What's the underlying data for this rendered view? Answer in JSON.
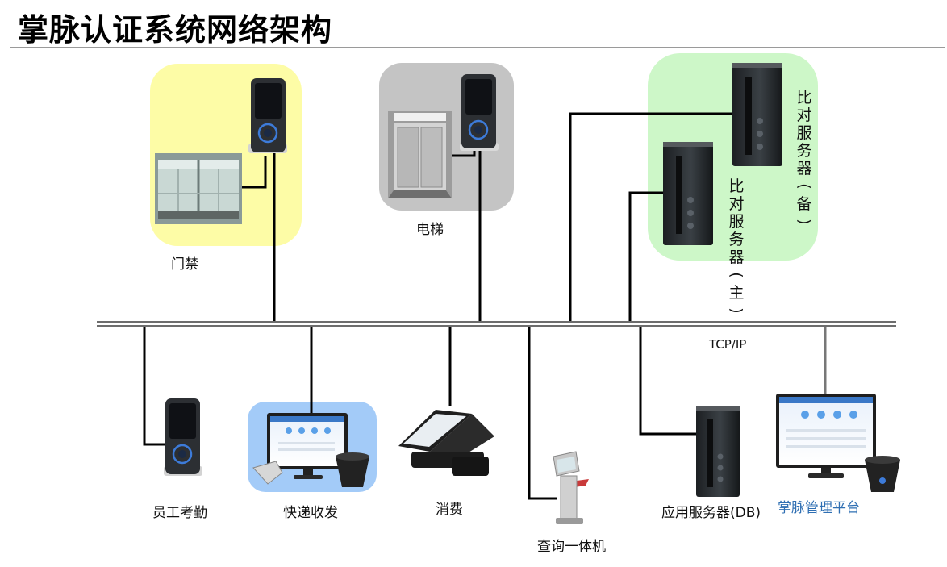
{
  "title": "掌脉认证系统网络架构",
  "bus_label": "TCP/IP",
  "nodes": {
    "access_control": "门禁",
    "elevator": "电梯",
    "server_backup": "比对服务器(备)",
    "server_main": "比对服务器(主)",
    "attendance": "员工考勤",
    "express": "快递收发",
    "consumption": "消费",
    "kiosk": "查询一体机",
    "app_server": "应用服务器(DB)",
    "mgmt_platform": "掌脉管理平台"
  },
  "colors": {
    "access_bg": "#fdfca6",
    "elevator_bg": "#c4c4c4",
    "server_bg": "#cdf7c8",
    "express_bg": "#a3cbf8",
    "mgmt_label": "#2f6fb3"
  }
}
